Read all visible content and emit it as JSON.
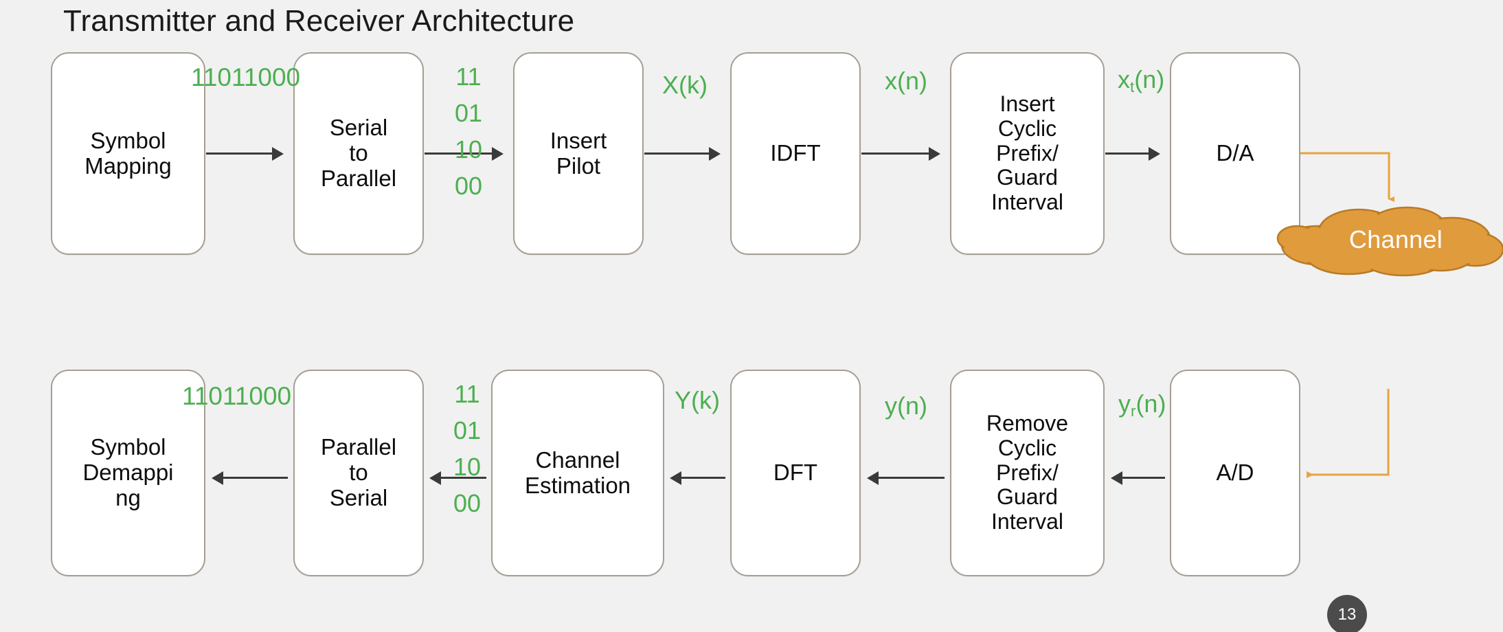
{
  "slide": {
    "title": "Transmitter and Receiver Architecture",
    "page_number": "13",
    "background_color": "#f1f1f1",
    "accent_green": "#4caf50",
    "accent_orange": "#e09b3d",
    "box_border_color": "#a69e93"
  },
  "transmitter": {
    "blocks": [
      {
        "id": "symbol-mapping",
        "label": "Symbol\nMapping"
      },
      {
        "id": "serial-to-parallel",
        "label": "Serial\nto\nParallel"
      },
      {
        "id": "insert-pilot",
        "label": "Insert\nPilot"
      },
      {
        "id": "idft",
        "label": "IDFT"
      },
      {
        "id": "insert-cyclic-prefix",
        "label": "Insert\nCyclic\nPrefix/\nGuard\nInterval"
      },
      {
        "id": "digital-to-analog",
        "label": "D/A"
      }
    ],
    "signals": [
      {
        "id": "tx-bitstream",
        "text": "11011000"
      },
      {
        "id": "tx-parallel-bits",
        "lines": [
          "11",
          "01",
          "10",
          "00"
        ]
      },
      {
        "id": "tx-Xk",
        "base": "X(k)",
        "sub": ""
      },
      {
        "id": "tx-xn",
        "base": "x(n)",
        "sub": ""
      },
      {
        "id": "tx-xtn",
        "pre": "x",
        "sub": "t",
        "post": "(n)"
      }
    ]
  },
  "receiver": {
    "blocks": [
      {
        "id": "symbol-demapping",
        "label": "Symbol\nDemappi\nng"
      },
      {
        "id": "parallel-to-serial",
        "label": "Parallel\nto\nSerial"
      },
      {
        "id": "channel-estimation",
        "label": "Channel\nEstimation"
      },
      {
        "id": "dft",
        "label": "DFT"
      },
      {
        "id": "remove-cyclic-prefix",
        "label": "Remove\nCyclic\nPrefix/\nGuard\nInterval"
      },
      {
        "id": "analog-to-digital",
        "label": "A/D"
      }
    ],
    "signals": [
      {
        "id": "rx-bitstream",
        "text": "11011000"
      },
      {
        "id": "rx-parallel-bits",
        "lines": [
          "11",
          "01",
          "10",
          "00"
        ]
      },
      {
        "id": "rx-Yk",
        "base": "Y(k)"
      },
      {
        "id": "rx-yn",
        "base": "y(n)"
      },
      {
        "id": "rx-yrn",
        "pre": "y",
        "sub": "r",
        "post": "(n)"
      }
    ]
  },
  "channel": {
    "label": "Channel"
  }
}
